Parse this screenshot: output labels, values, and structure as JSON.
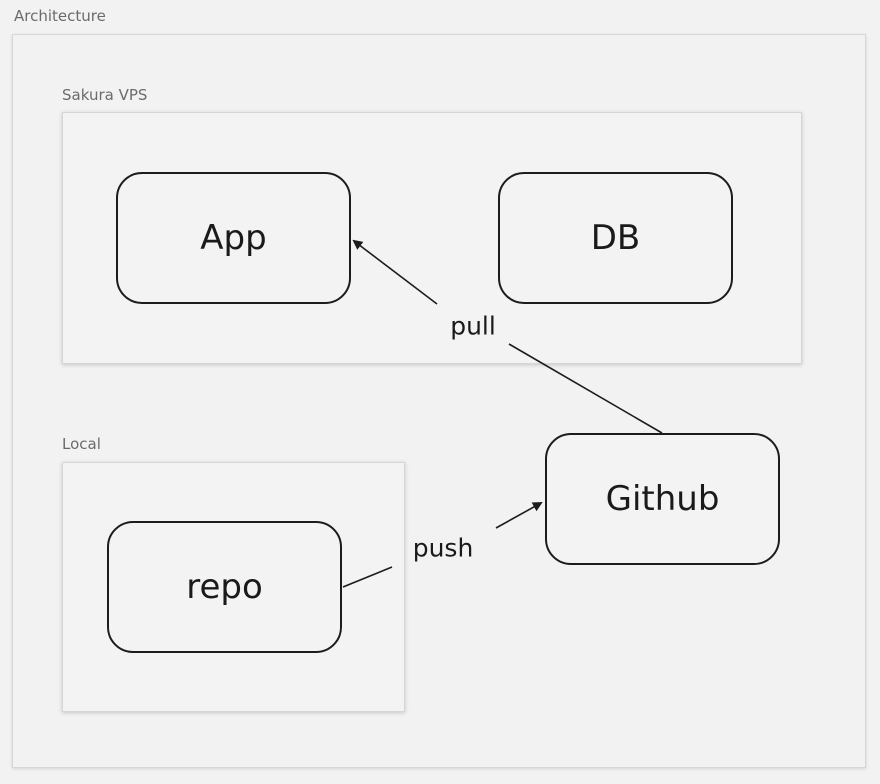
{
  "frames": {
    "architecture": {
      "title": "Architecture"
    },
    "sakura_vps": {
      "title": "Sakura VPS"
    },
    "local": {
      "title": "Local"
    }
  },
  "nodes": {
    "app": {
      "label": "App"
    },
    "db": {
      "label": "DB"
    },
    "github": {
      "label": "Github"
    },
    "repo": {
      "label": "repo"
    }
  },
  "edges": {
    "pull": {
      "label": "pull",
      "from": "Github",
      "to": "App"
    },
    "push": {
      "label": "push",
      "from": "repo",
      "to": "Github"
    }
  },
  "colors": {
    "background": "#f2f2f2",
    "stroke": "#1c1c1c",
    "frame_label": "#6b6b6b"
  }
}
